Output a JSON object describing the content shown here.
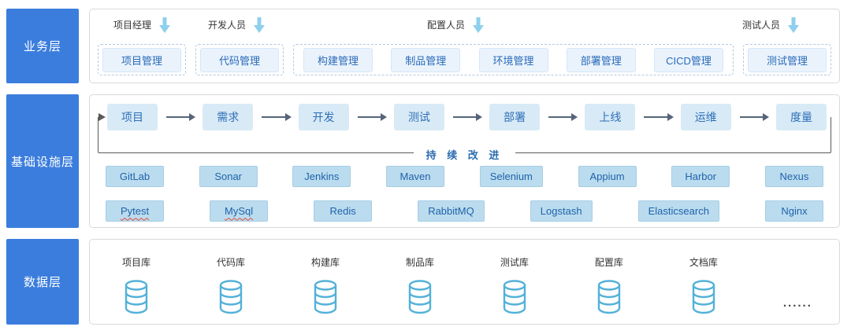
{
  "business": {
    "layer_label": "业务层",
    "roles": [
      "项目经理",
      "开发人员",
      "配置人员",
      "测试人员"
    ],
    "modules": [
      "项目管理",
      "代码管理",
      "构建管理",
      "制品管理",
      "环境管理",
      "部署管理",
      "CICD管理",
      "测试管理"
    ]
  },
  "infrastructure": {
    "layer_label": "基础设施层",
    "pipeline": [
      "项目",
      "需求",
      "开发",
      "测试",
      "部署",
      "上线",
      "运维",
      "度量"
    ],
    "loop_label": "持 续 改 进",
    "tools_row1": [
      "GitLab",
      "Sonar",
      "Jenkins",
      "Maven",
      "Selenium",
      "Appium",
      "Harbor",
      "Nexus"
    ],
    "tools_row2": [
      "Pytest",
      "MySql",
      "Redis",
      "RabbitMQ",
      "Logstash",
      "Elasticsearch",
      "Nginx"
    ]
  },
  "data_layer": {
    "layer_label": "数据层",
    "databases": [
      "项目库",
      "代码库",
      "构建库",
      "制品库",
      "测试库",
      "配置库",
      "文档库"
    ],
    "ellipsis": "......"
  },
  "colors": {
    "layer_label_bg": "#3B7DDD",
    "module_bg": "#EAF3FC",
    "module_text": "#2A6AB8",
    "stage_bg": "#D8EAF6",
    "tool_bg": "#BBDCEE",
    "db_icon": "#53B1D8",
    "role_arrow": "#8ED0EC"
  }
}
